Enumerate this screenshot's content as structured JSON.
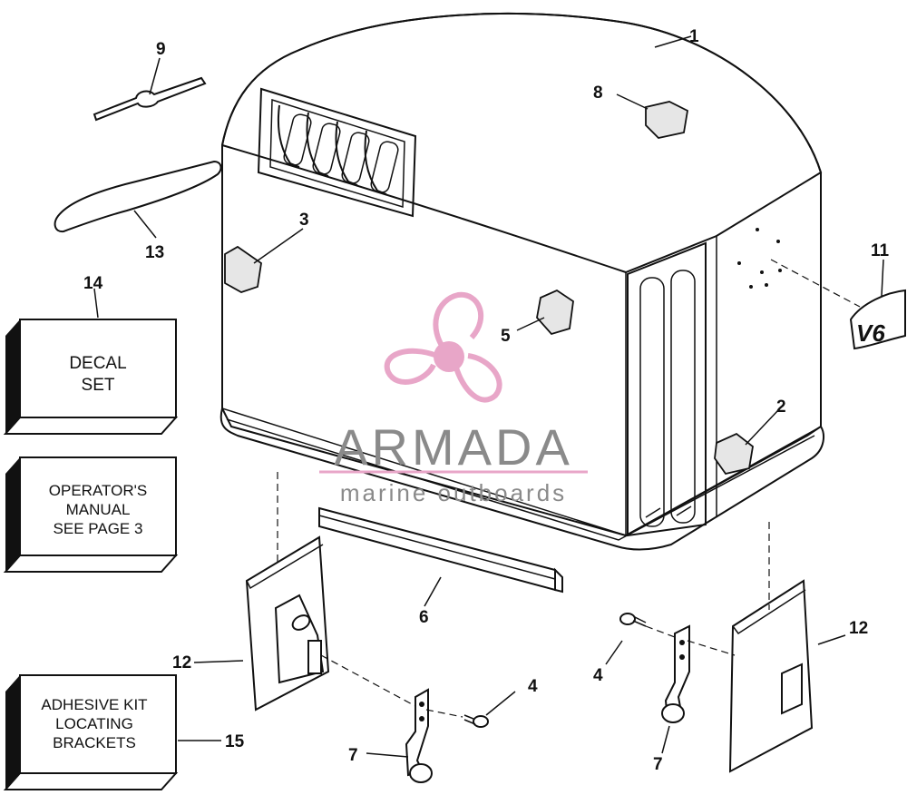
{
  "callouts": {
    "c1": "1",
    "c2": "2",
    "c3": "3",
    "c4a": "4",
    "c4b": "4",
    "c5": "5",
    "c6": "6",
    "c7a": "7",
    "c7b": "7",
    "c8": "8",
    "c9": "9",
    "c11": "11",
    "c12a": "12",
    "c12b": "12",
    "c13": "13",
    "c14": "14",
    "c15": "15"
  },
  "boxes": {
    "decal_set": [
      "DECAL",
      "SET"
    ],
    "operators_manual": [
      "OPERATOR'S",
      "MANUAL",
      "SEE PAGE 3"
    ],
    "adhesive_kit": [
      "ADHESIVE KIT",
      "LOCATING",
      "BRACKETS"
    ]
  },
  "emblem_text": "V6",
  "watermark": {
    "title": "ARMADA",
    "subtitle": "marine outboards",
    "color_logo": "#e8a6c8",
    "color_text": "#8a8a8a"
  }
}
